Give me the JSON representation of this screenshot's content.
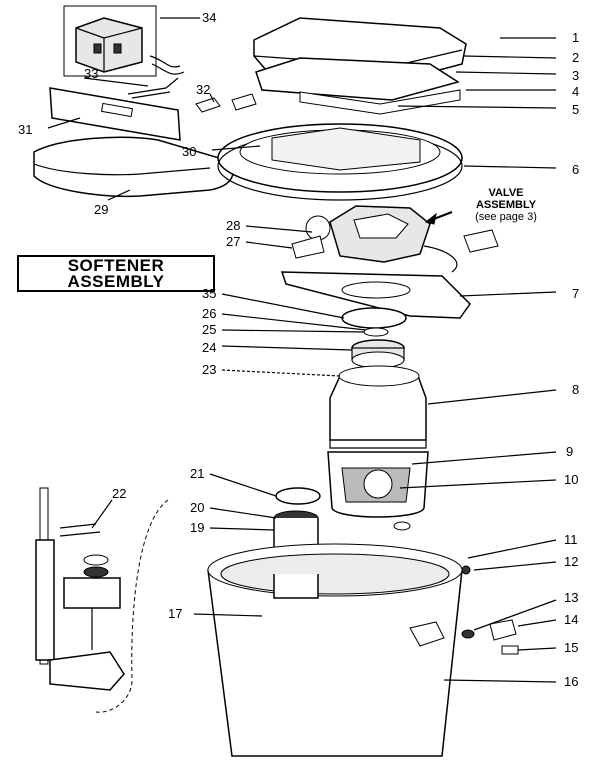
{
  "title": {
    "line1": "SOFTENER",
    "line2": "ASSEMBLY"
  },
  "valve_callout": {
    "line1": "VALVE",
    "line2": "ASSEMBLY",
    "line3": "(see page 3)"
  },
  "part_numbers": {
    "p1": "1",
    "p2": "2",
    "p3": "3",
    "p4": "4",
    "p5": "5",
    "p6": "6",
    "p7": "7",
    "p8": "8",
    "p9": "9",
    "p10": "10",
    "p11": "11",
    "p12": "12",
    "p13": "13",
    "p14": "14",
    "p15": "15",
    "p16": "16",
    "p17": "17",
    "p19": "19",
    "p20": "20",
    "p21": "21",
    "p22": "22",
    "p23": "23",
    "p24": "24",
    "p25": "25",
    "p26": "26",
    "p27": "27",
    "p28": "28",
    "p29": "29",
    "p30": "30",
    "p31": "31",
    "p32": "32",
    "p33": "33",
    "p34": "34",
    "p35": "35"
  }
}
